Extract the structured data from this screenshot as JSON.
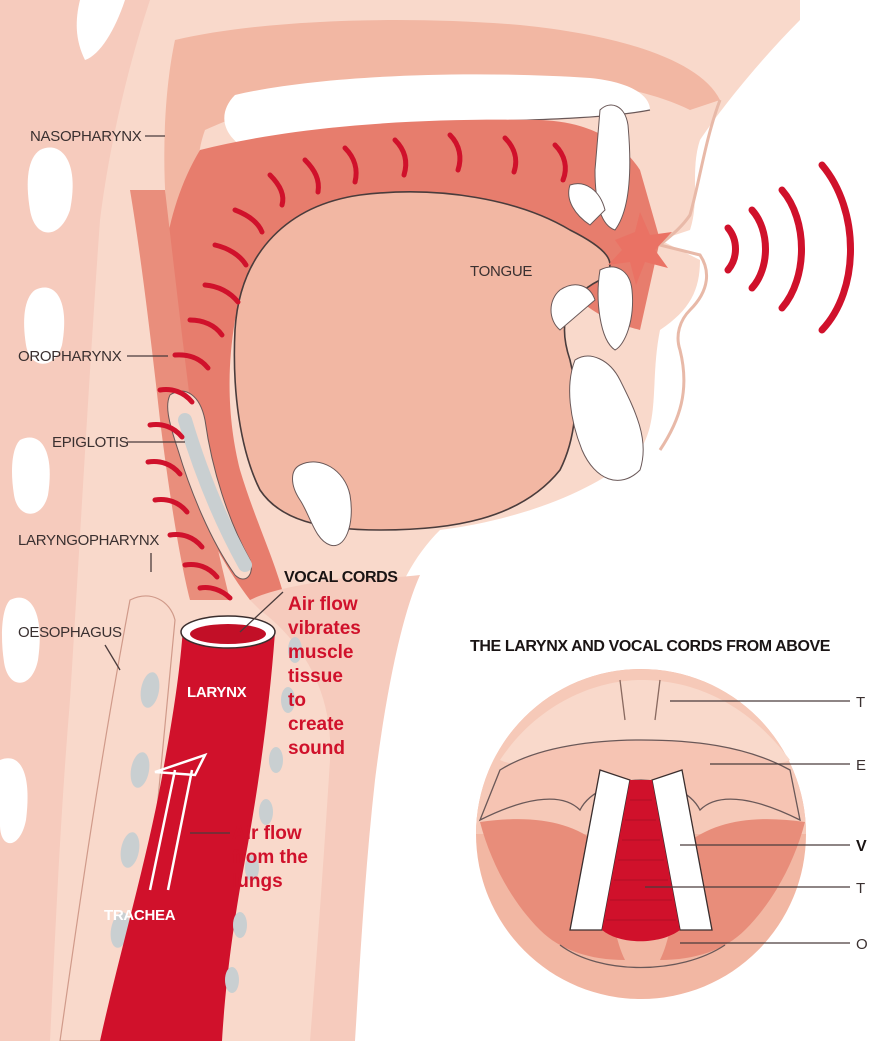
{
  "labels": {
    "nasopharynx": "NASOPHARYNX",
    "oropharynx": "OROPHARYNX",
    "epiglotis": "EPIGLOTIS",
    "laryngopharynx": "LARYNGOPHARYNX",
    "oesophagus": "OESOPHAGUS",
    "tongue": "TONGUE",
    "vocal_cords": "VOCAL CORDS",
    "larynx": "LARYNX",
    "trachea": "TRACHEA"
  },
  "notes": {
    "vibrates": [
      "Air flow",
      "vibrates",
      "muscle",
      "tissue",
      "to",
      "create",
      "sound"
    ],
    "airflow": [
      "Air flow",
      "from the",
      "lungs"
    ]
  },
  "inset": {
    "title": "THE LARYNX AND VOCAL CORDS FROM ABOVE",
    "labels": [
      "T",
      "E",
      "V",
      "T",
      "O"
    ]
  },
  "colors": {
    "skin_light": "#f9d9cb",
    "skin_mid": "#f2b7a3",
    "skin_dark": "#e88d7a",
    "tract": "#e77d6d",
    "accent_red": "#d0112b",
    "cartilage": "#c9cfd1"
  }
}
